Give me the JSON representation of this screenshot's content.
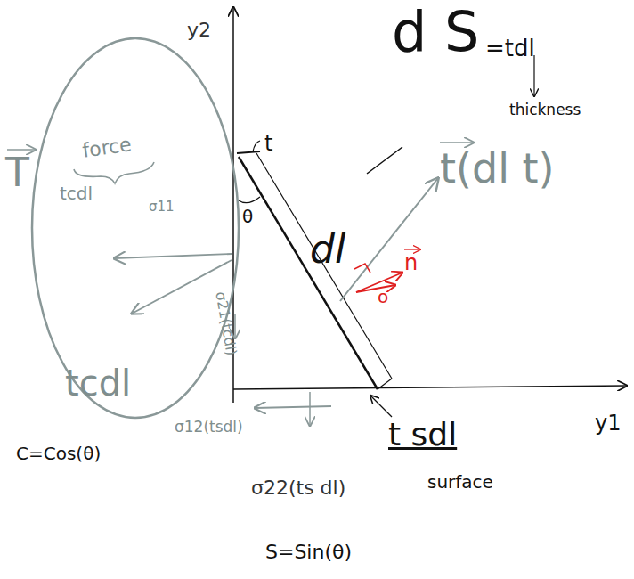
{
  "diagram": {
    "nodes": [
      {
        "text": [
          "force",
          "tcdl",
          "σ11",
          "tcdl"
        ]
      }
    ],
    "labels": [
      "d S",
      "=tdl",
      "thickness",
      "y2",
      "t",
      "θ",
      "dl",
      "t(dl t)",
      "n",
      "o",
      "T",
      "σ21(tcdl)",
      "σ12(tsdl)",
      "σ22(ts dl)",
      "t sdl",
      "surface",
      "y1",
      "C=Cos(θ)",
      "S=Sin(θ)"
    ]
  }
}
